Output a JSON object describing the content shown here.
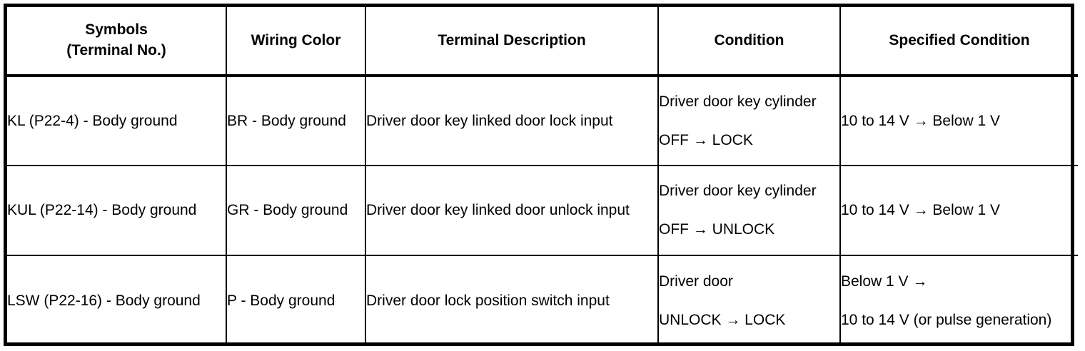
{
  "table": {
    "headers": [
      {
        "line1": "Symbols",
        "line2": "(Terminal No.)"
      },
      {
        "line1": "Wiring Color",
        "line2": ""
      },
      {
        "line1": "Terminal Description",
        "line2": ""
      },
      {
        "line1": "Condition",
        "line2": ""
      },
      {
        "line1": "Specified Condition",
        "line2": ""
      }
    ],
    "rows": [
      {
        "symbols": "KL (P22-4) - Body ground",
        "wiring_color": "BR - Body ground",
        "terminal_description": "Driver door key linked door lock input",
        "condition_line1": "Driver door key cylinder",
        "condition_line2": "OFF → LOCK",
        "specified_condition_line1": "10 to 14 V → Below 1 V",
        "specified_condition_line2": ""
      },
      {
        "symbols": "KUL (P22-14) - Body ground",
        "wiring_color": "GR - Body ground",
        "terminal_description": "Driver door key linked door unlock input",
        "condition_line1": "Driver door key cylinder",
        "condition_line2": "OFF → UNLOCK",
        "specified_condition_line1": "10 to 14 V → Below 1 V",
        "specified_condition_line2": ""
      },
      {
        "symbols": "LSW (P22-16) - Body ground",
        "wiring_color": "P - Body ground",
        "terminal_description": "Driver door lock position switch input",
        "condition_line1": "Driver door",
        "condition_line2": "UNLOCK → LOCK",
        "specified_condition_line1": "Below 1 V →",
        "specified_condition_line2": "10 to 14 V (or pulse generation)"
      }
    ]
  },
  "colors": {
    "border": "#000000",
    "text": "#000000",
    "background": "#ffffff"
  }
}
